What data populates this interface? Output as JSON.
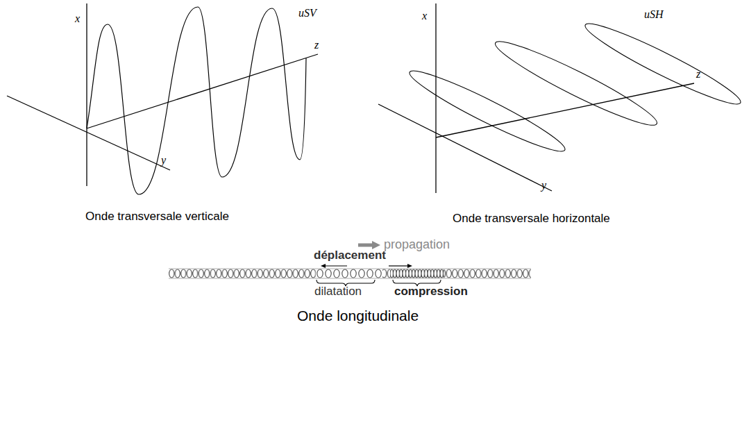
{
  "diagram": {
    "labels": [
      "uSV",
      "x",
      "z",
      "y",
      "Onde transversale verticale",
      "uSH",
      "x",
      "z",
      "y",
      "Onde transversale horizontale",
      "propagation",
      "déplacement",
      "dilatation",
      "compression",
      "Onde longitudinale"
    ]
  }
}
